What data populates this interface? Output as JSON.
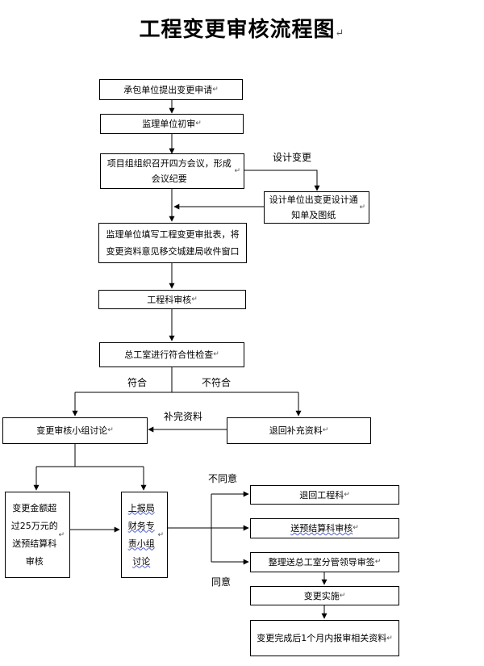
{
  "title": "工程变更审核流程图",
  "paragraph_mark": "↵",
  "boxes": {
    "b1": "承包单位提出变更申请",
    "b2": "监理单位初审",
    "b3": "项目组组织召开四方会议，形成会议纪要",
    "b4": "设计单位出变更设计通知单及图纸",
    "b5": "监理单位填写工程变更审批表，将变更资料意见移交城建局收件窗口",
    "b6": "工程科审核",
    "b7": "总工室进行符合性检查",
    "b8": "变更审核小组讨论",
    "b9": "退回补充资料",
    "b10": "变更金额超过25万元的送预结算科审核",
    "b11": "上报局财务专责小组讨论",
    "b12": "退回工程科",
    "b13": "送预结算科审核",
    "b14": "整理送总工室分管领导审签",
    "b15": "变更实施",
    "b16": "变更完成后1个月内报审相关资料"
  },
  "labels": {
    "design_change": "设计变更",
    "conform": "符合",
    "not_conform": "不符合",
    "supplement": "补完资料",
    "disagree": "不同意",
    "agree": "同意"
  }
}
